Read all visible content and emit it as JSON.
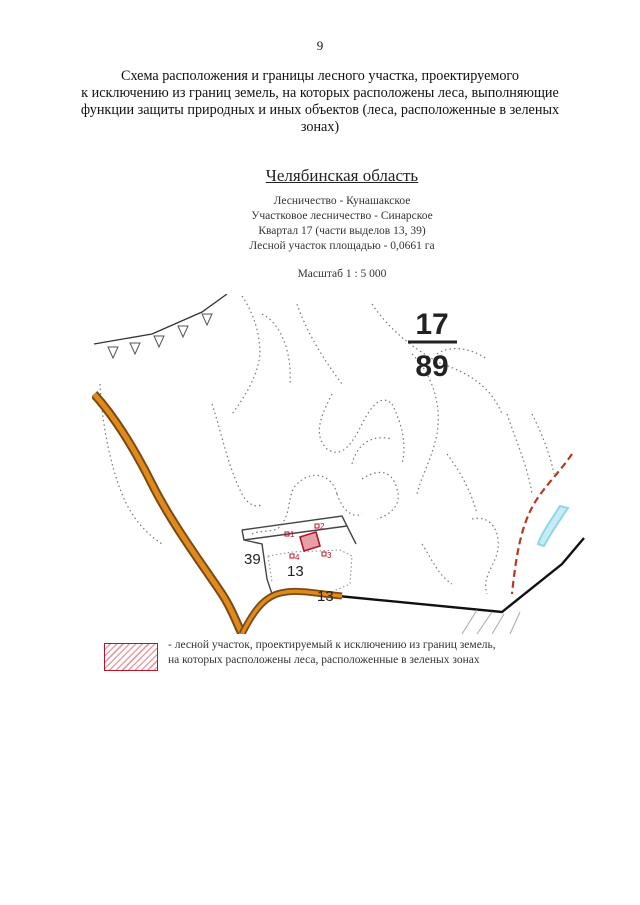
{
  "page_number": "9",
  "title_lines": [
    "Схема расположения и границы лесного участка, проектируемого",
    "к исключению из границ земель, на которых расположены леса, выполняющие",
    "функции защиты природных и иных объектов (леса, расположенные в зеленых",
    "зонах)"
  ],
  "map": {
    "region": "Челябинская область",
    "forestry": "Лесничество - Кунашакское",
    "district_forestry": "Участковое лесничество - Синарское",
    "quarter": "Квартал 17 (части выделов 13, 39)",
    "plot_area": "Лесной участок площадью - 0,0661 га",
    "scale": "Масштаб 1 : 5 000",
    "quarter_top": "17",
    "quarter_bottom": "89",
    "label_39": "39",
    "label_13_a": "13",
    "label_13_b": "13",
    "point_1": "1",
    "point_2": "2",
    "point_3": "3",
    "point_4": "4"
  },
  "legend": {
    "line1": "- лесной участок, проектируемый к исключению из границ земель,",
    "line2": "на которых расположены леса, расположенные в зеленых зонах"
  },
  "colors": {
    "road_outer": "#7a4a12",
    "road_inner": "#e08a1e",
    "plot_red": "#b4162c",
    "dashed_red": "#b23a22",
    "water_cyan": "#8fd6e6"
  }
}
